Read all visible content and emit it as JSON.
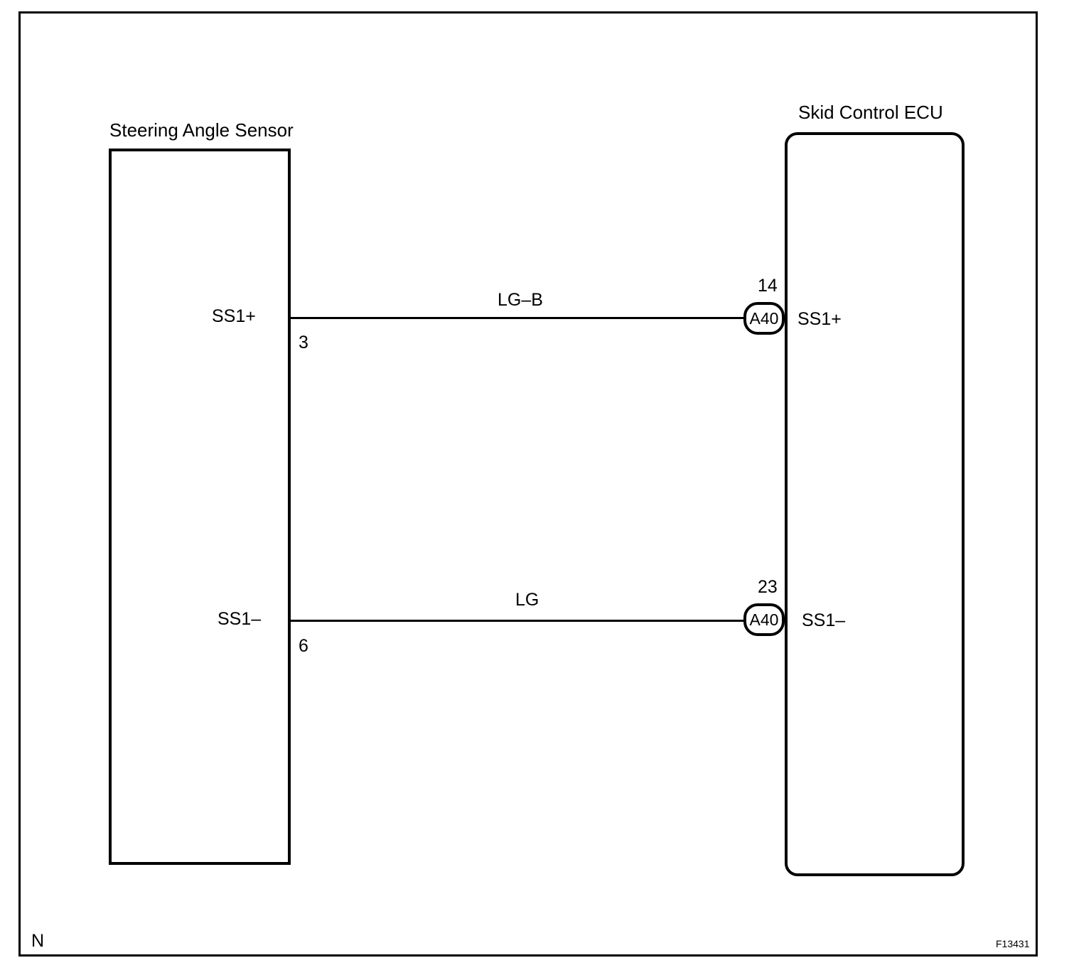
{
  "components": {
    "sensor": {
      "title": "Steering Angle Sensor"
    },
    "ecu": {
      "title": "Skid Control ECU"
    }
  },
  "wires": [
    {
      "sensor_pin_label": "SS1+",
      "sensor_pin_number": "3",
      "wire_color": "LG–B",
      "connector": "A40",
      "ecu_pin_number": "14",
      "ecu_pin_label": "SS1+"
    },
    {
      "sensor_pin_label": "SS1–",
      "sensor_pin_number": "6",
      "wire_color": "LG",
      "connector": "A40",
      "ecu_pin_number": "23",
      "ecu_pin_label": "SS1–"
    }
  ],
  "footer": {
    "corner_mark": "N",
    "figure_id": "F13431"
  }
}
